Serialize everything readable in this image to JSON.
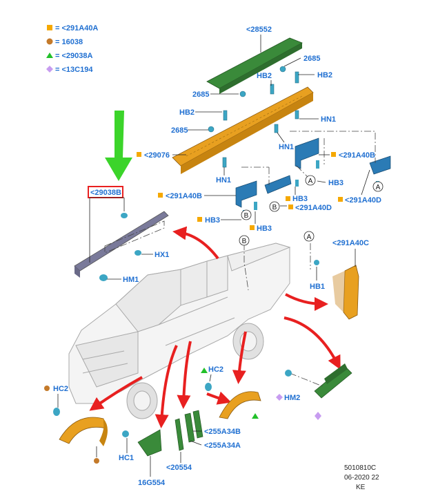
{
  "legend": [
    {
      "symbol": "square",
      "color": "#f5a800",
      "text": "= <291A40A"
    },
    {
      "symbol": "circle",
      "color": "#c47a2a",
      "text": "= 16038"
    },
    {
      "symbol": "triangle",
      "color": "#22c02a",
      "text": "= <29038A"
    },
    {
      "symbol": "diamond",
      "color": "#c79cf0",
      "text": "= <13C194"
    }
  ],
  "labels": {
    "l28552": "<28552",
    "l2685a": "2685",
    "l2685b": "2685",
    "l2685c": "2685",
    "lHB2a": "HB2",
    "lHB2b": "HB2",
    "lHB2c": "HB2",
    "lHN1a": "HN1",
    "lHN1b": "HN1",
    "lHN1c": "HN1",
    "l29076": "<29076",
    "l291A40B_r": "<291A40B",
    "l291A40B_l": "<291A40B",
    "lHB3a": "HB3",
    "lHB3b": "HB3",
    "lHB3c": "HB3",
    "l291A40D_a": "<291A40D",
    "l291A40D_b": "<291A40D",
    "l29038B": "<29038B",
    "lHX1": "HX1",
    "lHM1": "HM1",
    "l291A40C": "<291A40C",
    "lHB1": "HB1",
    "lHC2a": "HC2",
    "lHC2b": "HC2",
    "lHM2": "HM2",
    "l255A34B": "<255A34B",
    "l255A34A": "<255A34A",
    "l20554": "<20554",
    "lHC1": "HC1",
    "l16G554": "16G554"
  },
  "callouts": {
    "A1": "A",
    "A2": "A",
    "B1": "B",
    "B2": "B"
  },
  "footer": {
    "line1": "5010810C",
    "line2": "06-2020 22",
    "line3": "KE"
  },
  "colors": {
    "label": "#1f6fd1",
    "part_green": "#3a8a3a",
    "part_orange": "#e8a020",
    "part_blue": "#2b7bb5",
    "arrow_red": "#e82020",
    "arrow_green": "#3bd42a",
    "highlight_box": "#e82020"
  }
}
